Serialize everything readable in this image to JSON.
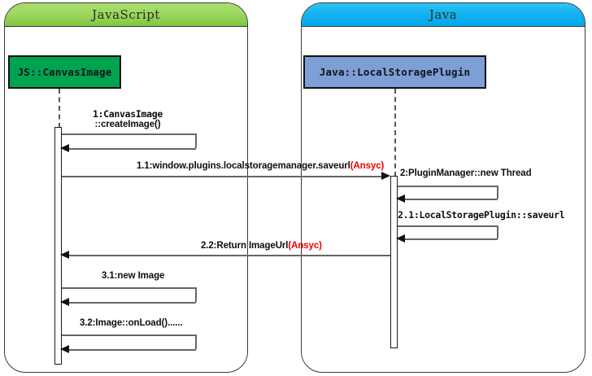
{
  "diagram": {
    "type": "uml-sequence-diagram",
    "title": "JavaScript to Java LocalStorage plugin sequence"
  },
  "frames": [
    {
      "id": "javascript",
      "title": "JavaScript",
      "header_color": "#9ed860"
    },
    {
      "id": "java",
      "title": "Java",
      "header_color": "#14b3f0"
    }
  ],
  "participants": [
    {
      "id": "canvasimage",
      "label": "JS::CanvasImage",
      "fill": "#00a34f",
      "frame": "javascript"
    },
    {
      "id": "localstorageplugin",
      "label": "Java::LocalStoragePlugin",
      "fill": "#7d9fd6",
      "frame": "java"
    }
  ],
  "messages": [
    {
      "seq": "1",
      "kind": "self-call",
      "from": "canvasimage",
      "to": "canvasimage",
      "label_line1": "1:CanvasImage",
      "label_line2": "::createImage()",
      "async_tag": ""
    },
    {
      "seq": "1.1",
      "kind": "call",
      "from": "canvasimage",
      "to": "localstorageplugin",
      "label": "1.1:window.plugins.localstoragemanager.saveurl",
      "async_tag": "(Ansyc)"
    },
    {
      "seq": "2",
      "kind": "self-call",
      "from": "localstorageplugin",
      "to": "localstorageplugin",
      "label": "2:PluginManager::new Thread",
      "async_tag": ""
    },
    {
      "seq": "2.1",
      "kind": "self-call",
      "from": "localstorageplugin",
      "to": "localstorageplugin",
      "label": "2.1:LocalStoragePlugin::saveurl",
      "async_tag": ""
    },
    {
      "seq": "2.2",
      "kind": "return",
      "from": "localstorageplugin",
      "to": "canvasimage",
      "label": "2.2:Return ImageUrl",
      "async_tag": "(Ansyc)"
    },
    {
      "seq": "3.1",
      "kind": "self-call",
      "from": "canvasimage",
      "to": "canvasimage",
      "label": "3.1:new Image",
      "async_tag": ""
    },
    {
      "seq": "3.2",
      "kind": "self-call",
      "from": "canvasimage",
      "to": "canvasimage",
      "label": "3.2:Image::onLoad()......",
      "async_tag": ""
    }
  ],
  "colors": {
    "async_text": "#ee0000",
    "line": "#666666",
    "border": "#3a3a3a"
  }
}
